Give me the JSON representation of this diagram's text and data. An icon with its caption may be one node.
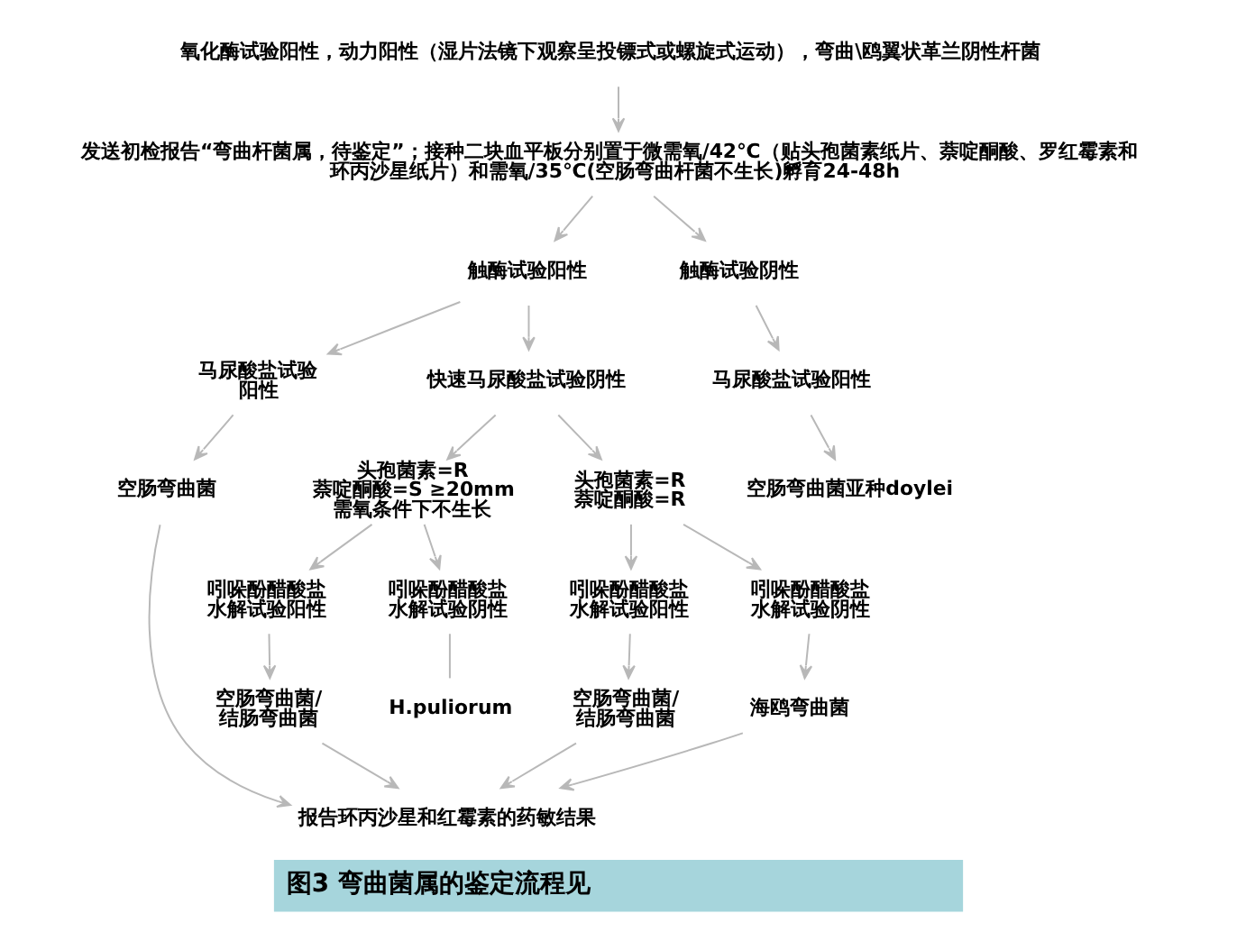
{
  "diagram": {
    "caption": "图3 弯曲菌属的鉴定流程见",
    "nodes": [
      {
        "text": [
          "氧化酶试验阳性，动力阳性（湿片法镜下观察呈投镖式或螺旋式运动），弯曲\\鸥翼状革兰阴性杆菌"
        ]
      },
      {
        "text": [
          "发送初检报告“弯曲杆菌属，待鉴定”；接种二块血平板分别置于微需氧/42℃（贴头孢菌素纸片、萘啶酮酸、罗红霉素和环丙沙星纸片）和需氧/35℃(空肠弯曲杆菌不生长)孵育24-48h"
        ]
      },
      {
        "text": [
          "触酶试验阳性"
        ]
      },
      {
        "text": [
          "触酶试验阴性"
        ]
      },
      {
        "text": [
          "马尿酸盐试验阳性"
        ]
      },
      {
        "text": [
          "快速马尿酸盐试验阴性"
        ]
      },
      {
        "text": [
          "头孢菌素=R 萘啶酮酸=S ≥20mm 需氧条件下不生长"
        ]
      },
      {
        "text": [
          "头孢菌素=R 萘啶酮酸=R"
        ]
      },
      {
        "text": [
          "吲哚酚醋酸盐水解试验阳性"
        ]
      },
      {
        "text": [
          "吲哚酚醋酸盐水解试验阴性"
        ]
      },
      {
        "text": [
          "H.puliorum"
        ]
      },
      {
        "text": [
          "空肠弯曲菌"
        ]
      },
      {
        "text": [
          "空肠弯曲菌/结肠弯曲菌"
        ]
      },
      {
        "text": [
          "吲哚酚醋酸盐水解试验阳性"
        ]
      },
      {
        "text": [
          "吲哚酚醋酸盐水解试验阴性"
        ]
      },
      {
        "text": [
          "空肠弯曲菌/结肠弯曲菌"
        ]
      },
      {
        "text": [
          "海鸥弯曲菌"
        ]
      },
      {
        "text": [
          "马尿酸盐试验阳性"
        ]
      },
      {
        "text": [
          "空肠弯曲菌亚种doylei"
        ]
      },
      {
        "text": [
          "报告环丙沙星和红霉素的药敏结果"
        ]
      }
    ],
    "edges": [
      {
        "from": 0,
        "to": 1,
        "arrow": "to"
      },
      {
        "from": 1,
        "to": 2,
        "arrow": "to"
      },
      {
        "from": 1,
        "to": 3,
        "arrow": "to"
      },
      {
        "from": 2,
        "to": 4,
        "arrow": "to"
      },
      {
        "from": 2,
        "to": 5,
        "arrow": "to"
      },
      {
        "from": 5,
        "to": 6,
        "arrow": "to"
      },
      {
        "from": 5,
        "to": 7,
        "arrow": "to"
      },
      {
        "from": 6,
        "to": 8,
        "arrow": "to"
      },
      {
        "from": 6,
        "to": 9,
        "arrow": "to"
      },
      {
        "from": 9,
        "to": 10,
        "arrow": "none"
      },
      {
        "from": 4,
        "to": 11,
        "arrow": "to"
      },
      {
        "from": 8,
        "to": 12,
        "arrow": "to"
      },
      {
        "from": 7,
        "to": 13,
        "arrow": "to"
      },
      {
        "from": 7,
        "to": 14,
        "arrow": "to"
      },
      {
        "from": 13,
        "to": 15,
        "arrow": "to"
      },
      {
        "from": 14,
        "to": 16,
        "arrow": "to"
      },
      {
        "from": 3,
        "to": 17,
        "arrow": "to"
      },
      {
        "from": 17,
        "to": 18,
        "arrow": "to"
      },
      {
        "from": 11,
        "to": 19,
        "arrow": "to"
      },
      {
        "from": 12,
        "to": 19,
        "arrow": "to"
      },
      {
        "from": 15,
        "to": 19,
        "arrow": "to"
      },
      {
        "from": 16,
        "to": 19,
        "arrow": "to"
      }
    ]
  }
}
